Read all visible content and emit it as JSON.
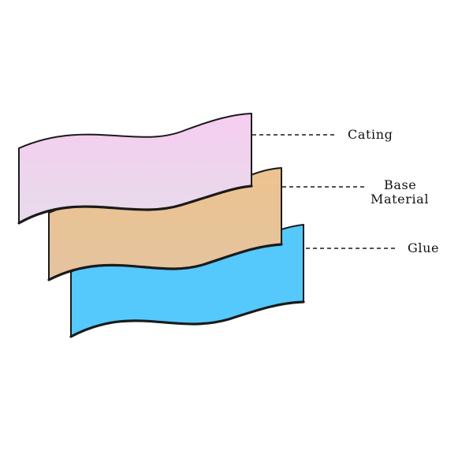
{
  "diagram": {
    "layers": [
      {
        "id": "glue",
        "label_lines": [
          "Glue"
        ],
        "color": "#55c8fc",
        "gradient_top": "#55c8fc",
        "gradient_bottom": "#55c8fc"
      },
      {
        "id": "base",
        "label_lines": [
          "Base",
          "Material"
        ],
        "color": "#e9c190",
        "gradient_top": "#edc38f",
        "gradient_bottom": "#e3c39f"
      },
      {
        "id": "cating",
        "label_lines": [
          "Cating"
        ],
        "color": "#f3cdef",
        "gradient_top": "#f6cdf0",
        "gradient_bottom": "#e6dbea"
      }
    ],
    "stroke_color": "#1a1a1a"
  }
}
